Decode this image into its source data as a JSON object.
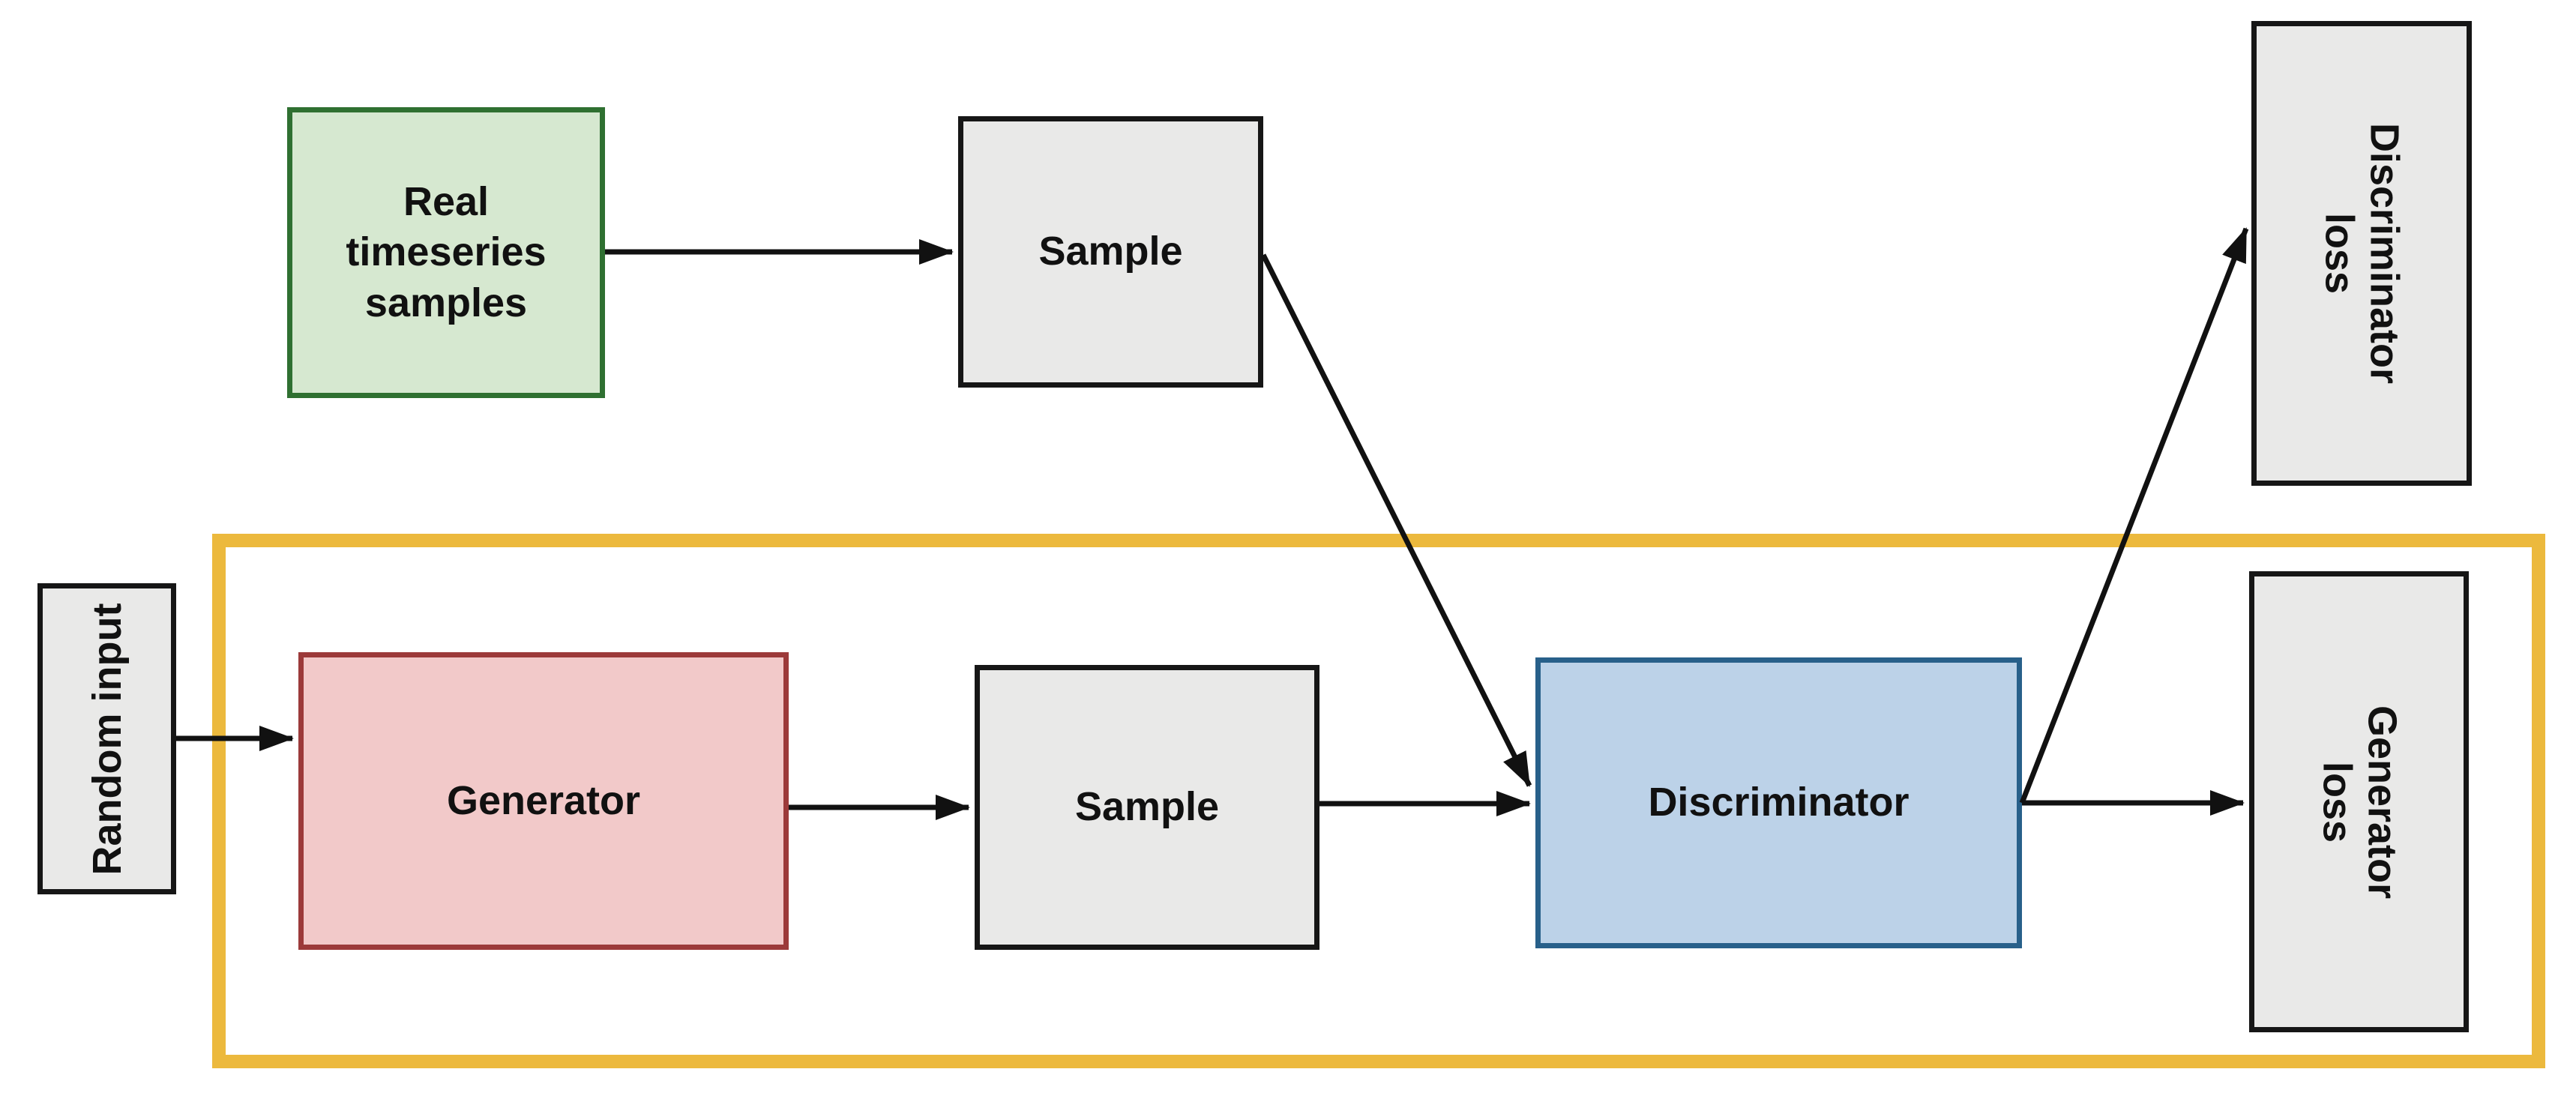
{
  "diagram_type": "flow-diagram",
  "nodes": {
    "real_samples": {
      "label": "Real\ntimeseries\nsamples",
      "fill": "#d6e8d0",
      "border": "#2f7031"
    },
    "sample_top": {
      "label": "Sample",
      "fill": "#e9e9e8",
      "border": "#161616"
    },
    "discriminator_loss": {
      "label": "Discriminator\nloss",
      "fill": "#e9e9e8",
      "border": "#161616",
      "text_rotation": "90deg-clockwise"
    },
    "random_input": {
      "label": "Random input",
      "fill": "#e9e9e8",
      "border": "#161616",
      "text_rotation": "90deg-counterclockwise"
    },
    "generator": {
      "label": "Generator",
      "fill": "#f2c9c9",
      "border": "#9c3a3a"
    },
    "sample_bottom": {
      "label": "Sample",
      "fill": "#e9e9e8",
      "border": "#161616"
    },
    "discriminator": {
      "label": "Discriminator",
      "fill": "#bcd2e8",
      "border": "#28608a"
    },
    "generator_loss": {
      "label": "Generator\nloss",
      "fill": "#e9e9e8",
      "border": "#161616",
      "text_rotation": "90deg-clockwise"
    }
  },
  "edges": [
    {
      "from": "real_samples",
      "to": "sample_top"
    },
    {
      "from": "sample_top",
      "to": "discriminator"
    },
    {
      "from": "random_input",
      "to": "generator"
    },
    {
      "from": "generator",
      "to": "sample_bottom"
    },
    {
      "from": "sample_bottom",
      "to": "discriminator"
    },
    {
      "from": "discriminator",
      "to": "discriminator_loss"
    },
    {
      "from": "discriminator",
      "to": "generator_loss"
    }
  ],
  "colors": {
    "background": "#ffffff",
    "arrow": "#111111",
    "highlight_rect": "#ecb93d",
    "gray_fill": "#e9e9e8",
    "dark_border": "#161616",
    "green_fill": "#d6e8d0",
    "green_border": "#2f7031",
    "red_fill": "#f2c9c9",
    "red_border": "#9c3a3a",
    "blue_fill": "#bcd2e8",
    "blue_border": "#28608a"
  }
}
